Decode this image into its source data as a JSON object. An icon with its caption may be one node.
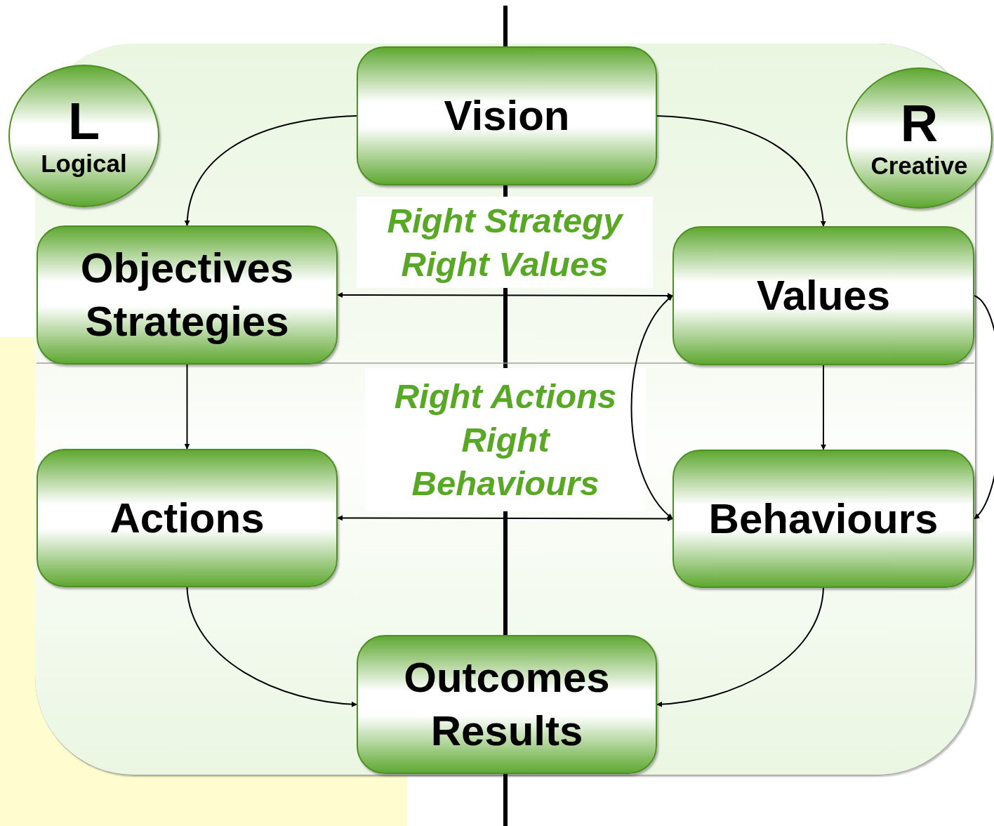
{
  "diagram": {
    "nodes": [
      {
        "text": [
          "L",
          "Logical"
        ]
      },
      {
        "text": [
          "R",
          "Creative"
        ]
      },
      {
        "text": [
          "Vision"
        ]
      },
      {
        "text": [
          "Objectives Strategies"
        ]
      },
      {
        "text": [
          "Values"
        ]
      },
      {
        "text": [
          "Actions"
        ]
      },
      {
        "text": [
          "Behaviours"
        ]
      },
      {
        "text": [
          "Outcomes Results"
        ]
      }
    ],
    "edges": [
      {
        "from": 2,
        "to": 3,
        "arrow": "to"
      },
      {
        "from": 2,
        "to": 4,
        "arrow": "to"
      },
      {
        "from": 3,
        "to": 4,
        "arrow": "both"
      },
      {
        "from": 3,
        "to": 5,
        "arrow": "to"
      },
      {
        "from": 4,
        "to": 6,
        "arrow": "to"
      },
      {
        "from": 5,
        "to": 6,
        "arrow": "both"
      },
      {
        "from": 4,
        "to": 6,
        "arrow": "both"
      },
      {
        "from": 4,
        "to": 6,
        "arrow": "to"
      },
      {
        "from": 5,
        "to": 7,
        "arrow": "to"
      },
      {
        "from": 6,
        "to": 7,
        "arrow": "to"
      }
    ],
    "labels": [
      "Right Strategy Right Values",
      "Right Actions Right Behaviours"
    ]
  }
}
